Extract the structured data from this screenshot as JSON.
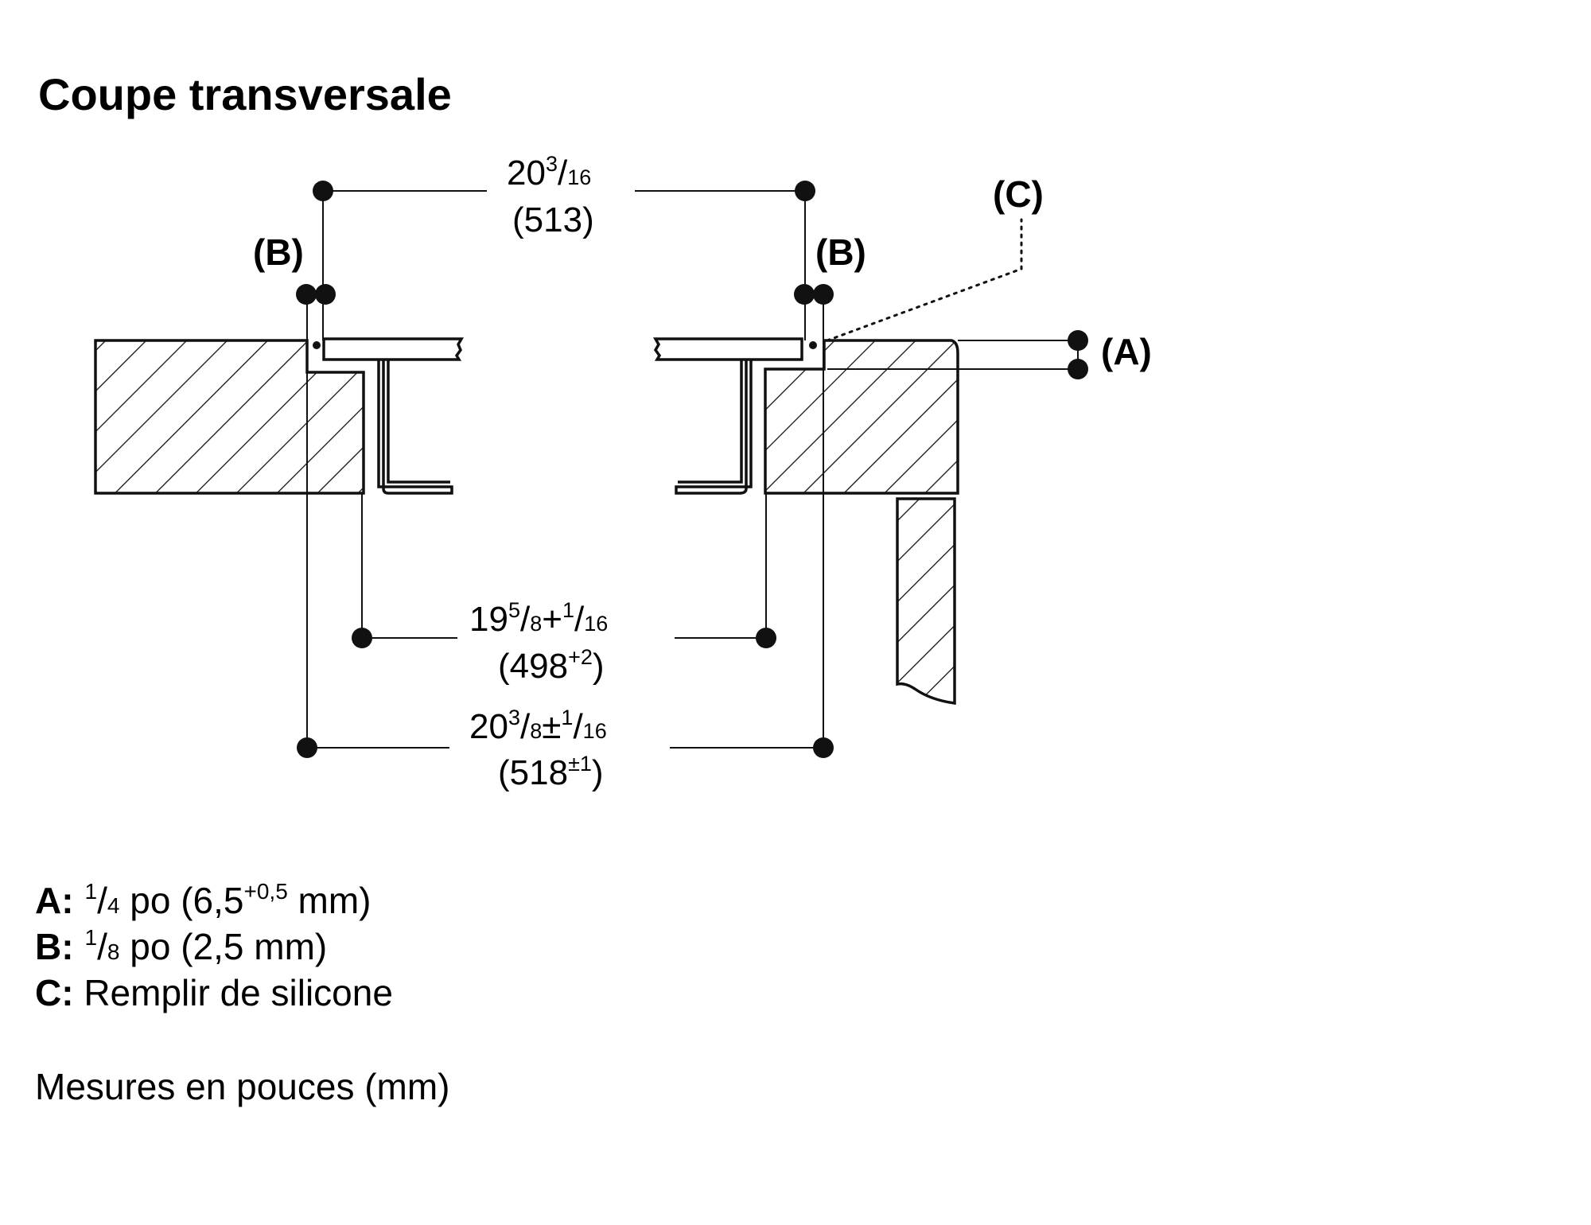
{
  "title": "Coupe transversale",
  "dimensions": {
    "top_width": {
      "whole": "20",
      "frac_num": "3",
      "frac_den": "16",
      "mm": "(513)"
    },
    "inner_width": {
      "whole": "19",
      "frac_num": "5",
      "frac_den": "8",
      "plus": "+",
      "tol_num": "1",
      "tol_den": "16",
      "mm_open": "(498",
      "mm_tol": "+2",
      "mm_close": ")"
    },
    "outer_width": {
      "whole": "20",
      "frac_num": "3",
      "frac_den": "8",
      "plus": "±",
      "tol_num": "1",
      "tol_den": "16",
      "mm_open": "(518",
      "mm_tol": "±1",
      "mm_close": ")"
    }
  },
  "callouts": {
    "a": "(A)",
    "b_left": "(B)",
    "b_right": "(B)",
    "c": "(C)"
  },
  "legend": {
    "a": {
      "key": "A:",
      "num": "1",
      "den": "4",
      "text": " po (6,5",
      "sup": "+0,5",
      "tail": " mm)"
    },
    "b": {
      "key": "B:",
      "num": "1",
      "den": "8",
      "text": " po (2,5 mm)"
    },
    "c": {
      "key": "C:",
      "text": " Remplir de silicone"
    }
  },
  "units_note": "Mesures en pouces (mm)",
  "colors": {
    "ink": "#111111",
    "background": "#ffffff"
  }
}
